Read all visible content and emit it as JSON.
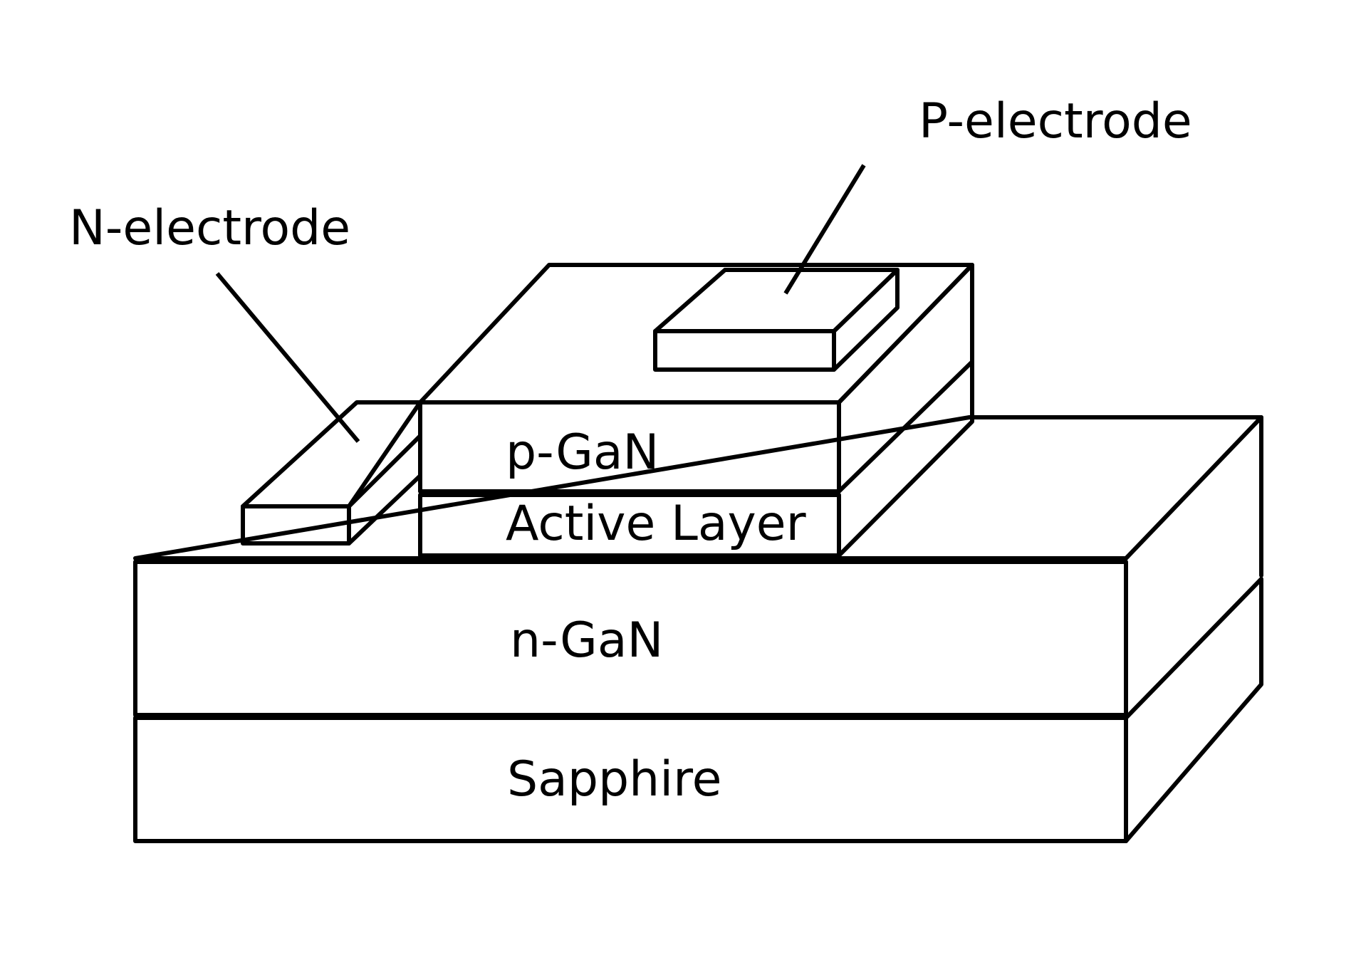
{
  "diagram": {
    "labels": {
      "p_electrode": "P-electrode",
      "n_electrode": "N-electrode",
      "p_gan": "p-GaN",
      "active_layer": "Active Layer",
      "n_gan": "n-GaN",
      "sapphire": "Sapphire"
    },
    "colors": {
      "line": "#000000",
      "background": "#ffffff"
    }
  }
}
